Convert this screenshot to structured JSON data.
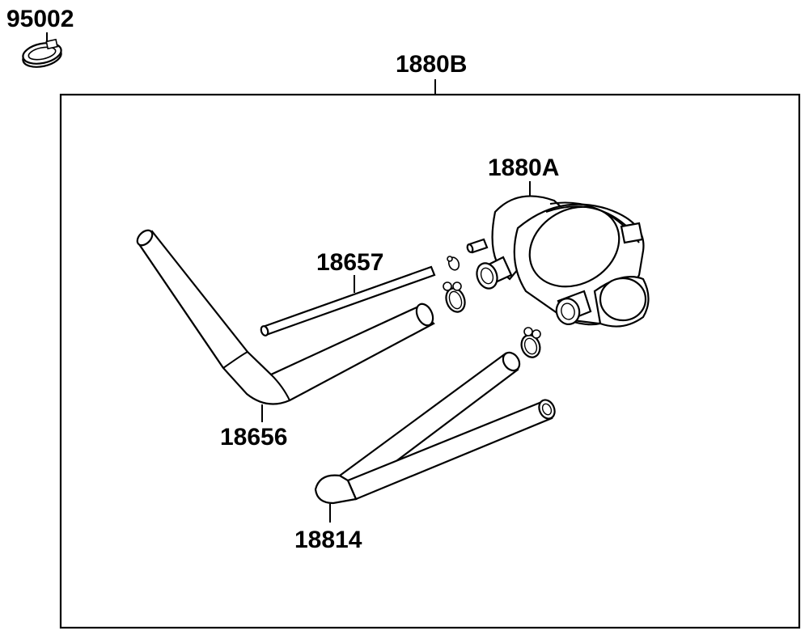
{
  "labels": {
    "clamp_95002": "95002",
    "assembly_1880B": "1880B",
    "valve_1880A": "1880A",
    "tube_18657": "18657",
    "hose_18656": "18656",
    "hose_18814": "18814"
  },
  "colors": {
    "line": "#000000",
    "background": "#ffffff"
  }
}
